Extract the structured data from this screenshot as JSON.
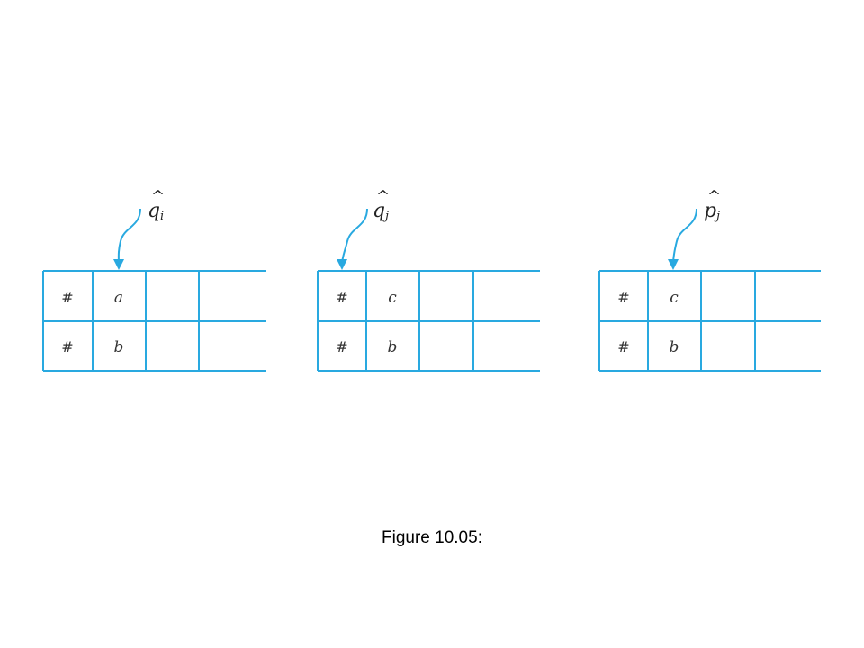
{
  "panels": [
    {
      "head": {
        "symbol": "q",
        "hat": "^",
        "subscript": "i"
      },
      "rows": [
        [
          "#",
          "a",
          "",
          ""
        ],
        [
          "#",
          "b",
          "",
          ""
        ]
      ]
    },
    {
      "head": {
        "symbol": "q",
        "hat": "^",
        "subscript": "j"
      },
      "rows": [
        [
          "#",
          "c",
          "",
          ""
        ],
        [
          "#",
          "b",
          "",
          ""
        ]
      ]
    },
    {
      "head": {
        "symbol": "p",
        "hat": "^",
        "subscript": "j"
      },
      "rows": [
        [
          "#",
          "c",
          "",
          ""
        ],
        [
          "#",
          "b",
          "",
          ""
        ]
      ]
    }
  ],
  "caption": "Figure 10.05:",
  "colors": {
    "tape_line": "#29a9e0",
    "text": "#333333"
  }
}
